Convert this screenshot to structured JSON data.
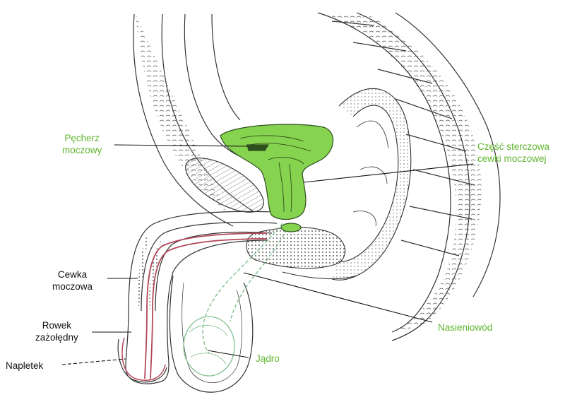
{
  "colors": {
    "green_label": "#5fb52f",
    "black_label": "#111111",
    "organ_fill": "#86d34f",
    "urethra_red": "#b2485a",
    "vas_green": "#7fbf8a",
    "outline": "#3a3a3a"
  },
  "labels": {
    "pecherz": [
      "Pęcherz",
      "moczowy"
    ],
    "czesc": [
      "Część sterczowa",
      "cewki moczowej"
    ],
    "cewka": [
      "Cewka",
      "moczowa"
    ],
    "rowek": [
      "Rowek",
      "zażołędny"
    ],
    "napletek": "Napletek",
    "nasieniowod": "Nasieniowód",
    "jadro": "Jądro"
  }
}
